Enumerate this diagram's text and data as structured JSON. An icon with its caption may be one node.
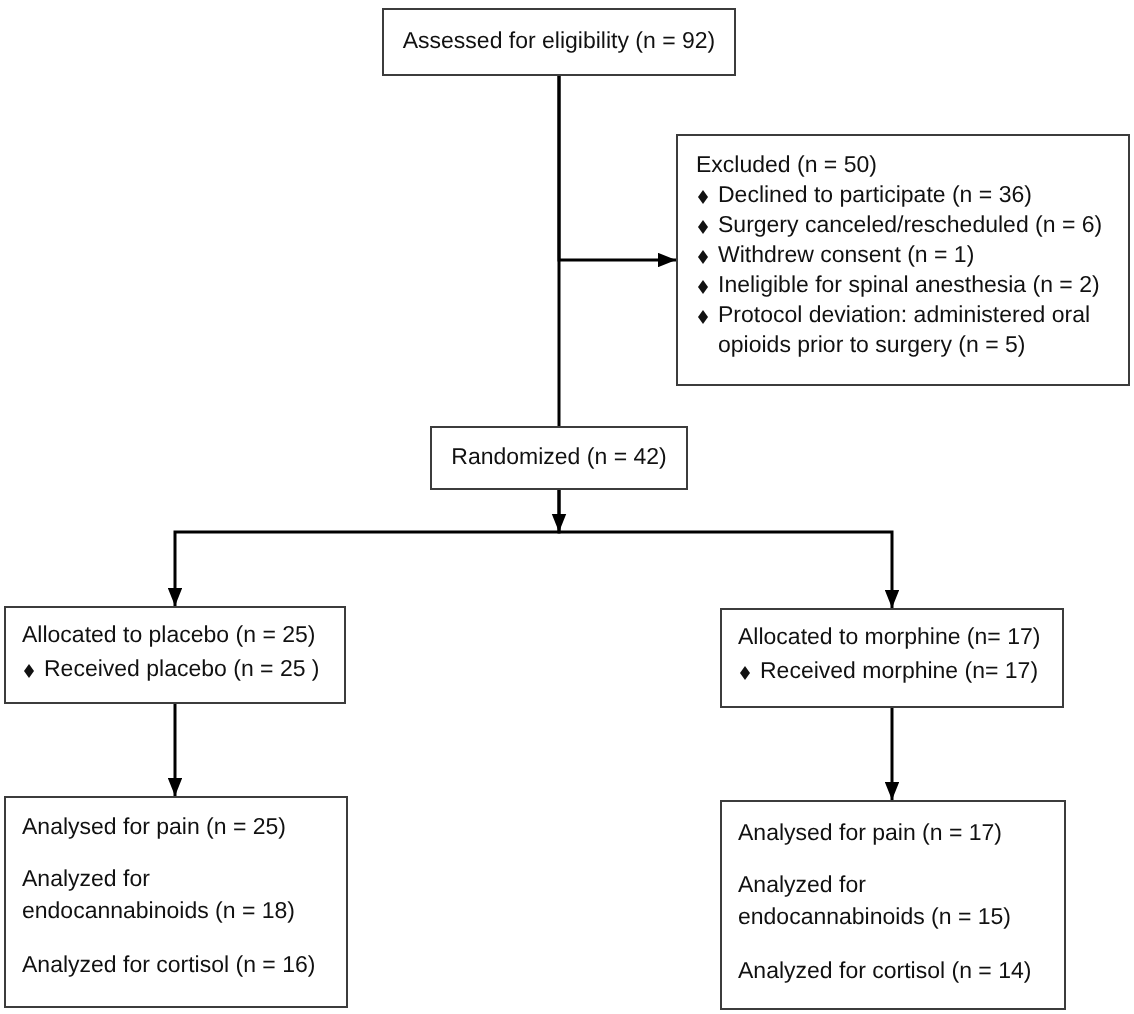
{
  "diagram": {
    "nodes": [
      {
        "text": [
          "Assessed for eligibility (n = 92)"
        ]
      },
      {
        "text": [
          "Excluded (n = 50)",
          "Declined to participate (n = 36)",
          "Surgery canceled/rescheduled (n = 6)",
          "Withdrew consent (n = 1)",
          "Ineligible for spinal anesthesia (n = 2)",
          "Protocol deviation: administered oral opioids prior to surgery (n = 5)"
        ]
      },
      {
        "text": [
          "Randomized (n = 42)"
        ]
      },
      {
        "text": [
          "Allocated to placebo (n = 25)",
          "Received placebo (n = 25 )"
        ]
      },
      {
        "text": [
          "Allocated to morphine (n= 17)",
          "Received morphine (n= 17)"
        ]
      },
      {
        "text": [
          "Analysed for pain (n = 25)",
          "Analyzed for endocannabinoids (n = 18)",
          "Analyzed for cortisol (n = 16)"
        ]
      },
      {
        "text": [
          "Analysed for pain (n = 17)",
          "Analyzed for endocannabinoids (n = 15)",
          "Analyzed for cortisol (n = 14)"
        ]
      }
    ],
    "edges": [
      {
        "from": 0,
        "to": 2,
        "arrow": "none"
      },
      {
        "from": 0,
        "to": 1,
        "arrow": "to"
      },
      {
        "from": 2,
        "to": 3,
        "arrow": "to"
      },
      {
        "from": 2,
        "to": 4,
        "arrow": "to"
      },
      {
        "from": 3,
        "to": 5,
        "arrow": "to"
      },
      {
        "from": 4,
        "to": 6,
        "arrow": "to"
      }
    ]
  }
}
